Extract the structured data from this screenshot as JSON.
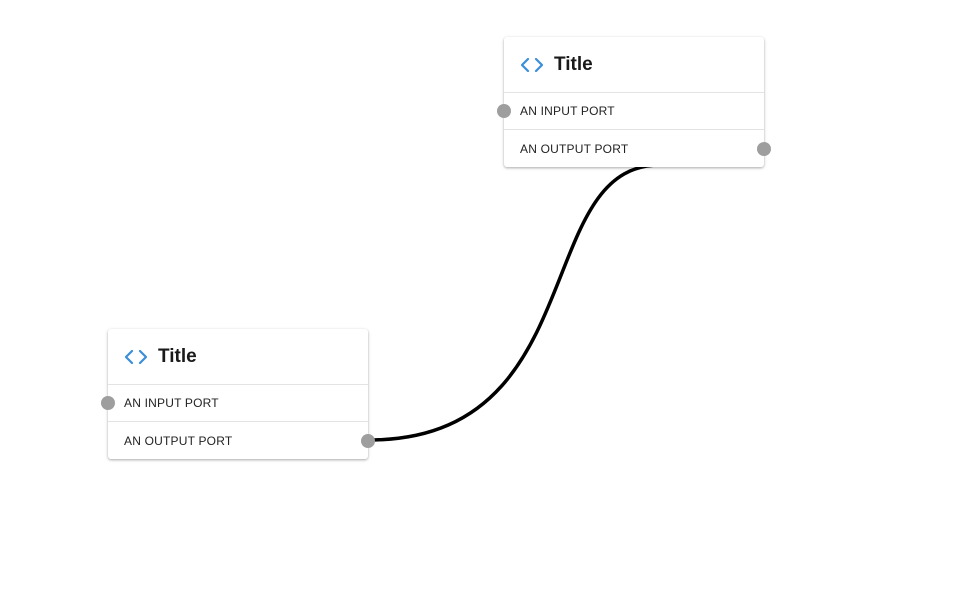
{
  "nodes": [
    {
      "icon": "code-brackets-icon",
      "title": "Title",
      "input_port": "AN INPUT PORT",
      "output_port": "AN OUTPUT PORT"
    },
    {
      "icon": "code-brackets-icon",
      "title": "Title",
      "input_port": "AN INPUT PORT",
      "output_port": "AN OUTPUT PORT"
    }
  ],
  "colors": {
    "icon": "#3a8fd9",
    "port": "#9e9e9e",
    "link": "#000000"
  }
}
